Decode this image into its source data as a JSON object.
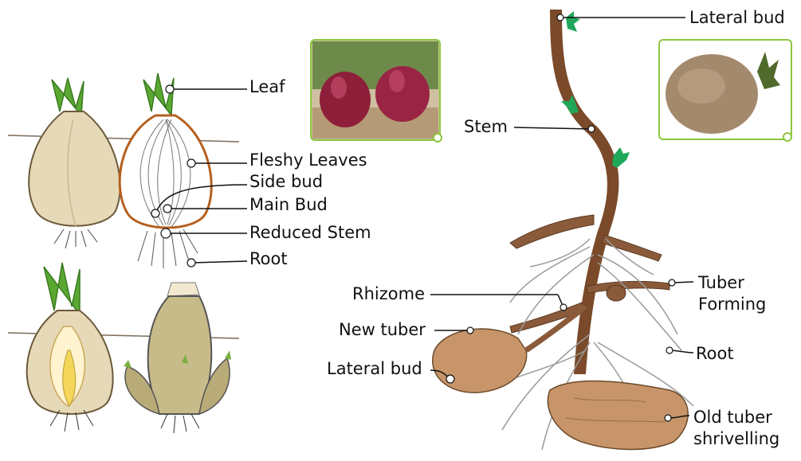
{
  "labels": {
    "leaf": "Leaf",
    "fleshy_leaves": "Fleshy Leaves",
    "side_bud": "Side bud",
    "main_bud": "Main Bud",
    "reduced_stem": "Reduced Stem",
    "onion_root": "Root",
    "lateral_bud_top": "Lateral bud",
    "stem": "Stem",
    "tuber_forming_1": "Tuber",
    "tuber_forming_2": "Forming",
    "rhizome": "Rhizome",
    "new_tuber": "New tuber",
    "potato_root": "Root",
    "lateral_bud_bottom": "Lateral bud",
    "old_tuber_1": "Old tuber",
    "old_tuber_2": "shrivelling"
  },
  "colors": {
    "accent_green": "#8cc63f",
    "leaf_green": "#5aa832",
    "onion_skin": "#d9c9a3",
    "onion_outline": "#b5601f",
    "potato_brown": "#c8956a",
    "stem_brown": "#7a4a2a",
    "root_gray": "#bdbdbd"
  }
}
